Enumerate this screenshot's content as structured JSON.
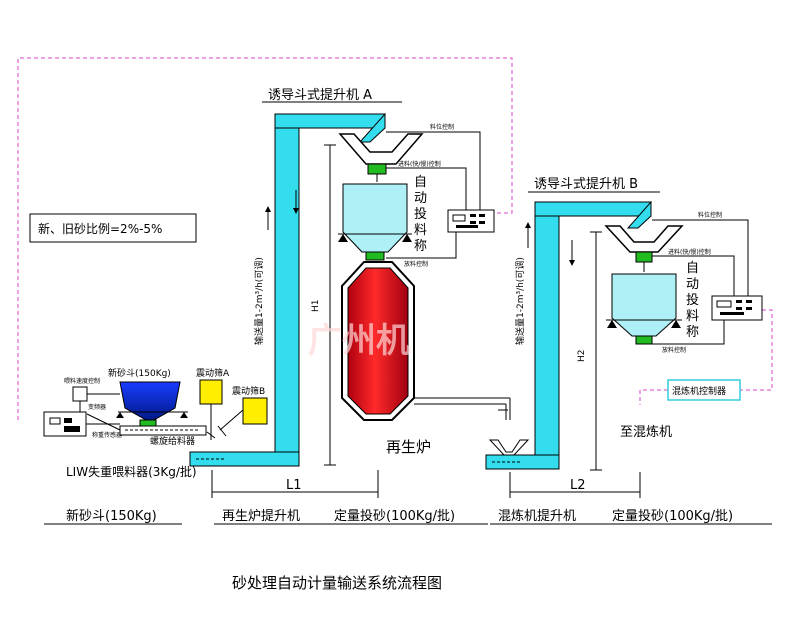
{
  "diagram": {
    "title": "砂处理自动计量输送系统流程图",
    "elevator_a": {
      "name": "诱导斗式提升机 A",
      "rate": "输送量1-2m³/h(可调)",
      "height_label": "H1",
      "length_label": "L1"
    },
    "elevator_b": {
      "name": "诱导斗式提升机 B",
      "rate": "输送量1-2m³/h(可调)",
      "height_label": "H2",
      "length_label": "L2"
    },
    "ratio_note": "新、旧砂比例=2%-5%",
    "new_sand_hopper": "新砂斗(150Kg)",
    "vibrating_screen_a": "震动筛A",
    "vibrating_screen_b": "震动筛B",
    "screw_feeder": "螺旋给料器",
    "liw_feeder": "LIW失重喂料器(3Kg/批)",
    "controller_small_1": "喂料速度控制",
    "controller_small_2": "变频器",
    "controller_small_3": "称重传感器",
    "feed_control_a": "料位控制",
    "feed_control_b": "料位控制",
    "flap_control_a": "进料(快/慢)控制",
    "flap_control_b": "进料(快/慢)控制",
    "discharge_control_a": "放料控制",
    "discharge_control_b": "放料控制",
    "scale_a": [
      "自",
      "动",
      "投",
      "料",
      "称"
    ],
    "scale_b": [
      "自",
      "动",
      "投",
      "料",
      "称"
    ],
    "regenerator": "再生炉",
    "mixer_controller": "混炼机控制器",
    "to_mixer": "至混炼机",
    "watermark": "广州机",
    "bottom_labels": [
      "新砂斗(150Kg)",
      "再生炉提升机",
      "定量投砂(100Kg/批)",
      "混炼机提升机",
      "定量投砂(100Kg/批)"
    ],
    "colors": {
      "elevator": "#33ddee",
      "hopper_fill": "#aef0f5",
      "regenerator_fill": "#e41e20",
      "green": "#22bb22",
      "yellow": "#ffee00",
      "blue": "#1133dd",
      "signal_line": "#dd44cc",
      "mixer_ctrl_border": "#33ccdd"
    }
  }
}
